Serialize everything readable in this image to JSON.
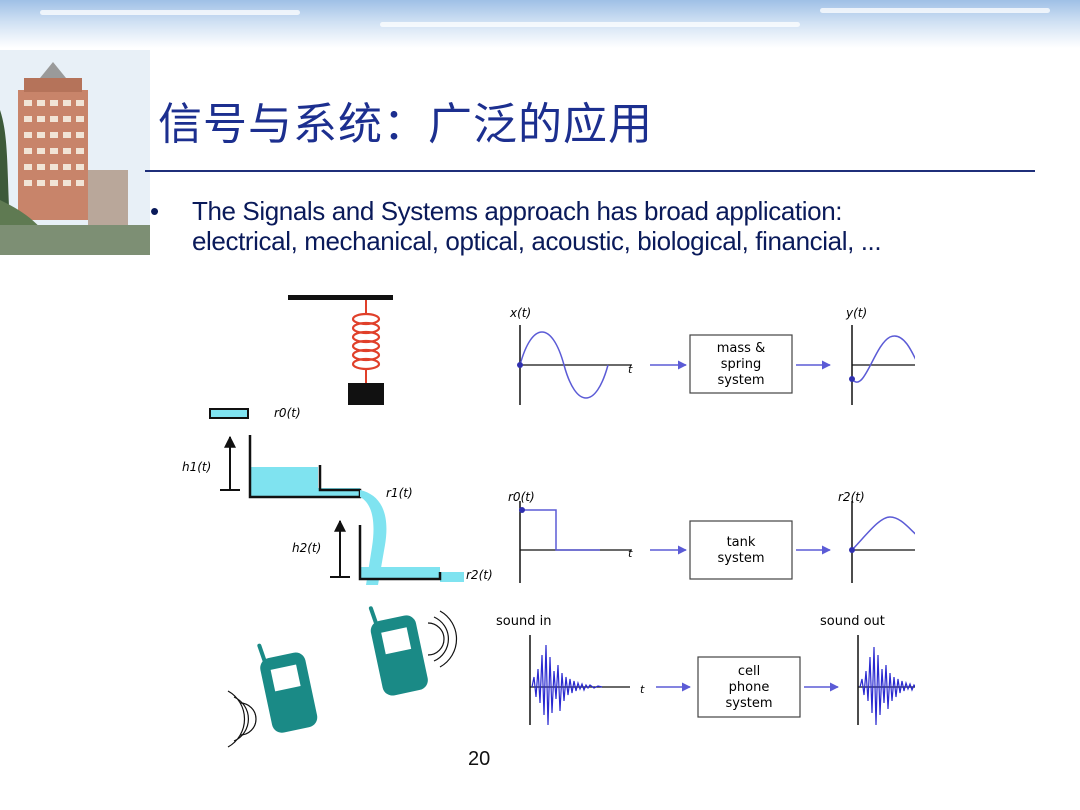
{
  "slide": {
    "title": "信号与系统：广泛的应用",
    "bullet_marker": "•",
    "bullet_line1": "The Signals and Systems approach has broad application:",
    "bullet_line2": "electrical, mechanical, optical, acoustic, biological, financial, ...",
    "page_number": "20"
  },
  "diagram": {
    "row1": {
      "input_label": "x(t)",
      "output_label": "y(t)",
      "axis": "t",
      "box_line1": "mass &",
      "box_line2": "spring",
      "box_line3": "system"
    },
    "row2": {
      "input_label": "r0(t)",
      "output_label": "r2(t)",
      "axis": "t",
      "box_line1": "tank",
      "box_line2": "system"
    },
    "row3": {
      "input_label": "sound in",
      "output_label": "sound out",
      "axis": "t",
      "box_line1": "cell",
      "box_line2": "phone",
      "box_line3": "system"
    },
    "tank_labels": {
      "r0": "r0(t)",
      "h1": "h1(t)",
      "r1": "r1(t)",
      "h2": "h2(t)",
      "r2": "r2(t)"
    }
  },
  "colors": {
    "title": "#1c2f8f",
    "rule": "#1f2f7a",
    "signal": "#5b5bd6",
    "water": "#7fe3f0",
    "spring": "#e0402a",
    "phone": "#1a8a86"
  }
}
